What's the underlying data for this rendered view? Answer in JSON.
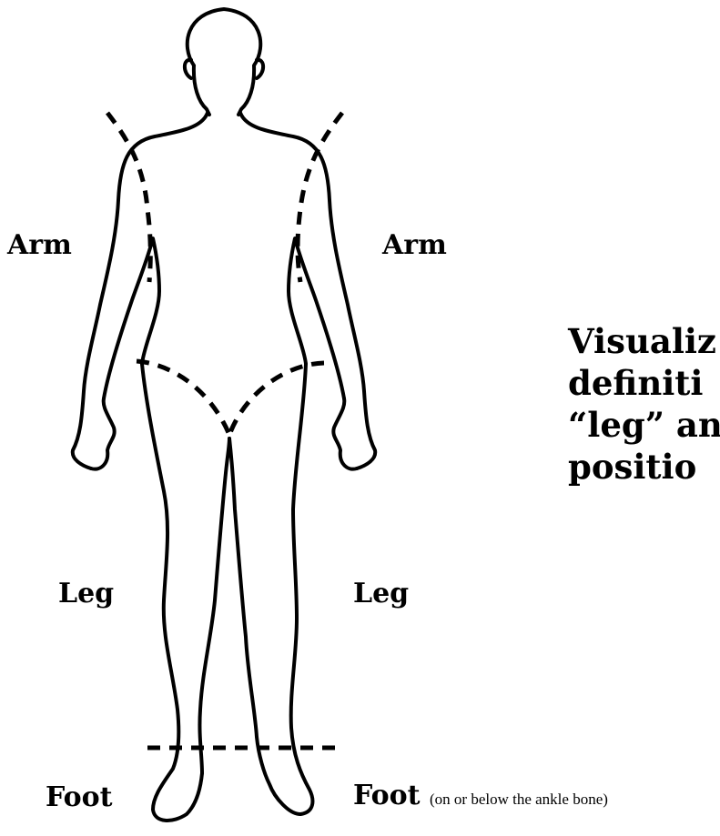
{
  "labels": {
    "arm_left": "Arm",
    "arm_right": "Arm",
    "leg_left": "Leg",
    "leg_right": "Leg",
    "foot_left": "Foot",
    "foot_right": "Foot",
    "foot_note": "(on or below the ankle bone)"
  },
  "title_lines": [
    "Visualiz",
    "definiti",
    "“leg” an",
    "positio"
  ],
  "colors": {
    "outline": "#000000",
    "background": "#ffffff"
  }
}
